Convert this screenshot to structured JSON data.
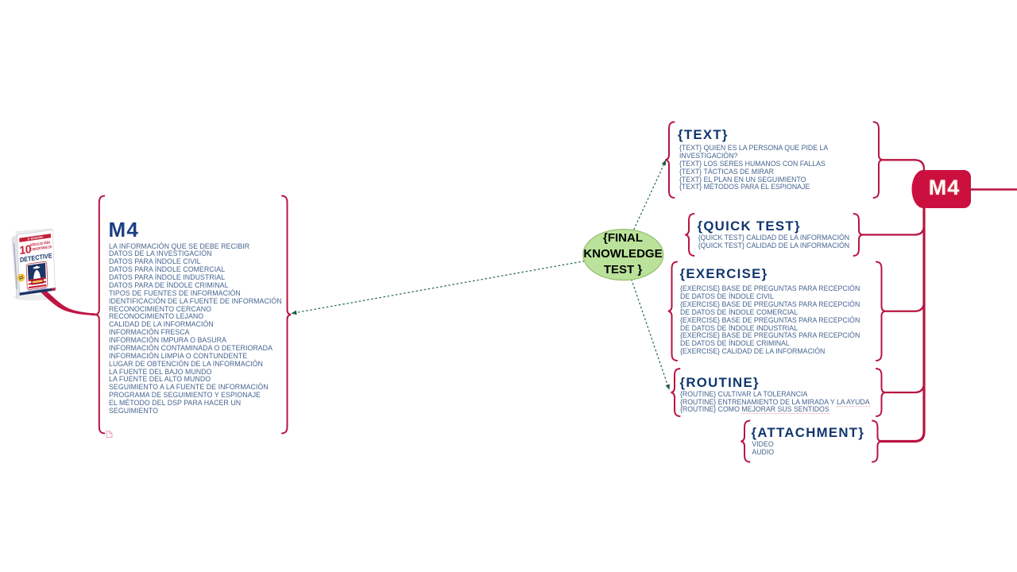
{
  "canvas": {
    "background": "#ffffff"
  },
  "colors": {
    "edge_crimson": "#b81441",
    "node_fill": "#cb1040",
    "heading_navy": "#0f356d",
    "body_blue": "#46648f",
    "left_title_blue": "#1e41a1",
    "ellipse_fill": "#bae29a",
    "ellipse_stroke": "#92c06f",
    "dashed_green": "#33705a",
    "arrow_green": "#1f5b3c"
  },
  "root_node": {
    "label": "M4"
  },
  "center_ellipse": {
    "lines": [
      "{FINAL",
      "KNOWLEDGE",
      "TEST }"
    ]
  },
  "left_node": {
    "title": "M4",
    "items": [
      "LA INFORMACIÓN QUE SE DEBE RECIBIR",
      "DATOS DE LA INVESTIGACIÓN",
      "DATOS PARA ÍNDOLE CIVIL",
      "DATOS PARA ÍNDOLE COMERCIAL",
      "DATOS PARA ÍNDOLE INDUSTRIAL",
      "DATOS PARA DE ÍNDOLE CRIMINAL",
      "TIPOS DE FUENTES DE INFORMACIÓN",
      "IDENTIFICACIÓN DE LA FUENTE DE INFORMACIÓN",
      "RECONOCIMIENTO CERCANO",
      "RECONOCIMIENTO LEJANO",
      "CALIDAD DE LA INFORMACIÓN",
      "INFORMACIÓN FRESCA",
      "INFORMACIÓN IMPURA O BASURA",
      "INFORMACIÓN CONTAMINADA O DETERIORADA",
      "INFORMACIÓN LIMPIA O CONTUNDENTE",
      "LUGAR DE OBTENCIÓN DE LA INFORMACIÓN",
      "LA FUENTE DEL BAJO MUNDO",
      "LA FUENTE DEL ALTO MUNDO",
      "SEGUIMIENTO A LA FUENTE DE INFORMACIÓN",
      "PROGRAMA DE SEGUIMIENTO Y ESPIONAJE",
      [
        "EL MÉTODO DEL DSP PARA HACER UN",
        "SEGUIMIENTO"
      ]
    ]
  },
  "groups": {
    "text": {
      "heading": "{TEXT}",
      "items": [
        [
          "{TEXT} QUIEN ES LA PERSONA QUE PIDE LA",
          "INVESTIGACIÓN?"
        ],
        "{TEXT} LOS SERES HUMANOS CON FALLAS",
        "{TEXT} TÁCTICAS DE MIRAR",
        "{TEXT} EL PLAN EN UN SEGUIMIENTO",
        "{TEXT} MÉTODOS PARA EL ESPIONAJE"
      ]
    },
    "quick_test": {
      "heading": "{QUICK TEST}",
      "items": [
        "{QUICK TEST} CALIDAD DE LA INFORMACIÓN",
        "{QUICK TEST} CALIDAD DE LA INFORMACIÓN"
      ]
    },
    "exercise": {
      "heading": "{EXERCISE}",
      "items": [
        [
          "{EXERCISE} BASE DE PREGUNTAS PARA RECEPCIÓN",
          "DE DATOS DE ÍNDOLE CIVIL"
        ],
        [
          "{EXERCISE} BASE DE PREGUNTAS PARA RECEPCIÓN",
          "DE DATOS DE ÍNDOLE COMERCIAL"
        ],
        [
          "{EXERCISE} BASE DE PREGUNTAS PARA RECEPCIÓN",
          "DE DATOS DE ÍNDOLE INDUSTRIAL"
        ],
        [
          "{EXERCISE} BASE DE PREGUNTAS PARA RECEPCIÓN",
          "DE DATOS DE ÍNDOLE CRIMINAL"
        ],
        "{EXERCISE} CALIDAD DE LA INFORMACIÓN"
      ]
    },
    "routine": {
      "heading": "{ROUTINE}",
      "items": [
        "{ROUTINE} CULTIVAR LA TOLERANCIA",
        "{ROUTINE} ENTRENAMIENTO DE LA MIRADA Y LA AYUDA",
        "{ROUTINE} COMO MEJORAR SUS SENTIDOS"
      ]
    },
    "attachment": {
      "heading": "{ATTACHMENT}",
      "items": [
        "VIDEO",
        "AUDIO"
      ]
    }
  },
  "squiggle_phrases": [
    "LA AYUDA",
    "MEJORAR SUS SENTIDOS"
  ],
  "book": {
    "edition": "2ª EDICIÓN",
    "number": "10",
    "subtitle_line1": "MÓDULOS PARA",
    "subtitle_line2": "CONVERTIRSE EN",
    "title": "DETECTIVE"
  }
}
